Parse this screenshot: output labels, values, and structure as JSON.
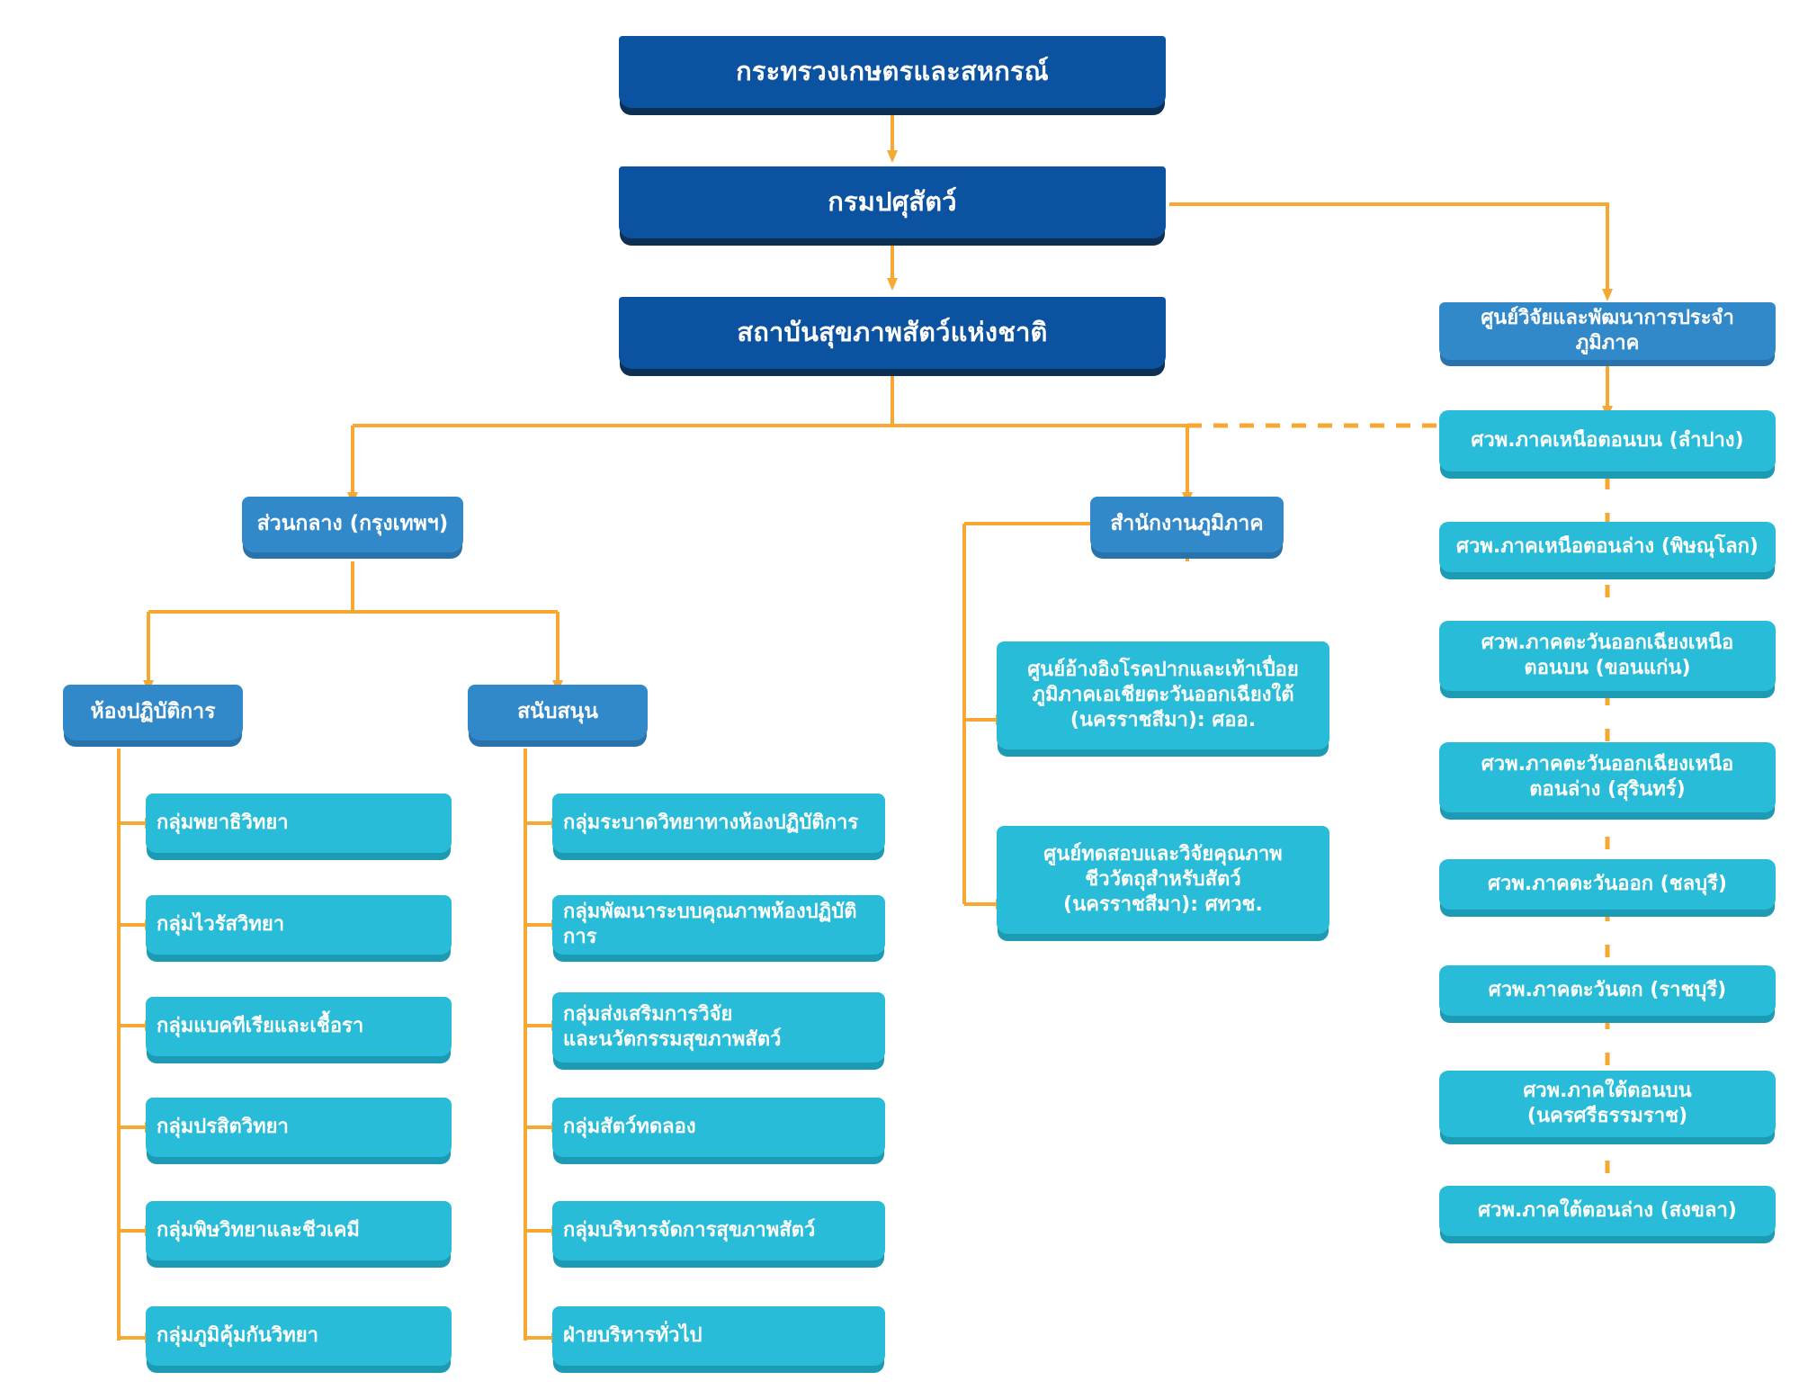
{
  "palette": {
    "background": "#ffffff",
    "navy": "#0b52a0",
    "navy_shadow": "#0d2f54",
    "blue": "#3189ca",
    "blue_shadow": "#2873ab",
    "teal": "#28bcd8",
    "teal_shadow": "#1d9bb4",
    "connector": "#f7a833"
  },
  "hierarchy": {
    "ministry": "กระทรวงเกษตรและสหกรณ์",
    "department": "กรมปศุสัตว์",
    "institute": "สถาบันสุขภาพสัตว์แห่งชาติ",
    "central": "ส่วนกลาง (กรุงเทพฯ)",
    "regional_office": "สำนักงานภูมิภาค",
    "lab_header": "ห้องปฏิบัติการ",
    "support_header": "สนับสนุน",
    "regional_rnd_header": "ศูนย์วิจัยและพัฒนาการประจำภูมิภาค"
  },
  "laboratory_groups": [
    "กลุ่มพยาธิวิทยา",
    "กลุ่มไวรัสวิทยา",
    "กลุ่มแบคทีเรียและเชื้อรา",
    "กลุ่มปรสิตวิทยา",
    "กลุ่มพิษวิทยาและชีวเคมี",
    "กลุ่มภูมิคุ้มกันวิทยา"
  ],
  "support_groups": [
    {
      "lines": [
        "กลุ่มระบาดวิทยาทางห้องปฏิบัติการ"
      ]
    },
    {
      "lines": [
        "กลุ่มพัฒนาระบบคุณภาพห้องปฏิบัติการ"
      ]
    },
    {
      "lines": [
        "กลุ่มส่งเสริมการวิจัย",
        "และนวัตกรรมสุขภาพสัตว์"
      ]
    },
    {
      "lines": [
        "กลุ่มสัตว์ทดลอง"
      ]
    },
    {
      "lines": [
        "กลุ่มบริหารจัดการสุขภาพสัตว์"
      ]
    },
    {
      "lines": [
        "ฝ่ายบริหารทั่วไป"
      ]
    }
  ],
  "regional_centers": [
    {
      "lines": [
        "ศูนย์อ้างอิงโรคปากและเท้าเปื่อย",
        "ภูมิภาคเอเชียตะวันออกเฉียงใต้",
        "(นครราชสีมา): ศออ."
      ]
    },
    {
      "lines": [
        "ศูนย์ทดสอบและวิจัยคุณภาพ",
        "ชีววัตถุสำหรับสัตว์",
        "(นครราชสีมา): ศทวช."
      ]
    }
  ],
  "regional_rnd_units": [
    {
      "lines": [
        "ศวพ.ภาคเหนือตอนบน (ลำปาง)"
      ]
    },
    {
      "lines": [
        "ศวพ.ภาคเหนือตอนล่าง (พิษณุโลก)"
      ]
    },
    {
      "lines": [
        "ศวพ.ภาคตะวันออกเฉียงเหนือ",
        "ตอนบน (ขอนแก่น)"
      ]
    },
    {
      "lines": [
        "ศวพ.ภาคตะวันออกเฉียงเหนือ",
        "ตอนล่าง (สุรินทร์)"
      ]
    },
    {
      "lines": [
        "ศวพ.ภาคตะวันออก (ชลบุรี)"
      ]
    },
    {
      "lines": [
        "ศวพ.ภาคตะวันตก (ราชบุรี)"
      ]
    },
    {
      "lines": [
        "ศวพ.ภาคใต้ตอนบน",
        "(นครศรีธรรมราช)"
      ]
    },
    {
      "lines": [
        "ศวพ.ภาคใต้ตอนล่าง (สงขลา)"
      ]
    }
  ]
}
